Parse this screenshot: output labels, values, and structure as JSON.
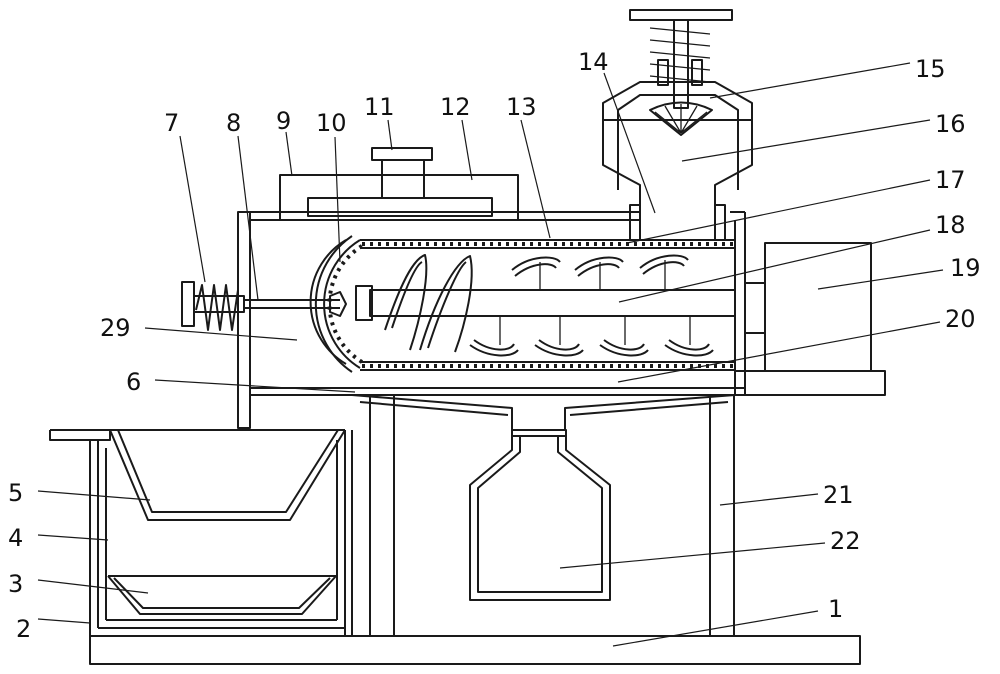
{
  "labels": [
    {
      "id": "1",
      "text": "1"
    },
    {
      "id": "2",
      "text": "2"
    },
    {
      "id": "3",
      "text": "3"
    },
    {
      "id": "4",
      "text": "4"
    },
    {
      "id": "5",
      "text": "5"
    },
    {
      "id": "6",
      "text": "6"
    },
    {
      "id": "7",
      "text": "7"
    },
    {
      "id": "8",
      "text": "8"
    },
    {
      "id": "9",
      "text": "9"
    },
    {
      "id": "10",
      "text": "10"
    },
    {
      "id": "11",
      "text": "11"
    },
    {
      "id": "12",
      "text": "12"
    },
    {
      "id": "13",
      "text": "13"
    },
    {
      "id": "14",
      "text": "14"
    },
    {
      "id": "15",
      "text": "15"
    },
    {
      "id": "16",
      "text": "16"
    },
    {
      "id": "17",
      "text": "17"
    },
    {
      "id": "18",
      "text": "18"
    },
    {
      "id": "19",
      "text": "19"
    },
    {
      "id": "20",
      "text": "20"
    },
    {
      "id": "21",
      "text": "21"
    },
    {
      "id": "22",
      "text": "22"
    },
    {
      "id": "29",
      "text": "29"
    }
  ],
  "line_color": "#1a1a1a",
  "background": "#ffffff"
}
